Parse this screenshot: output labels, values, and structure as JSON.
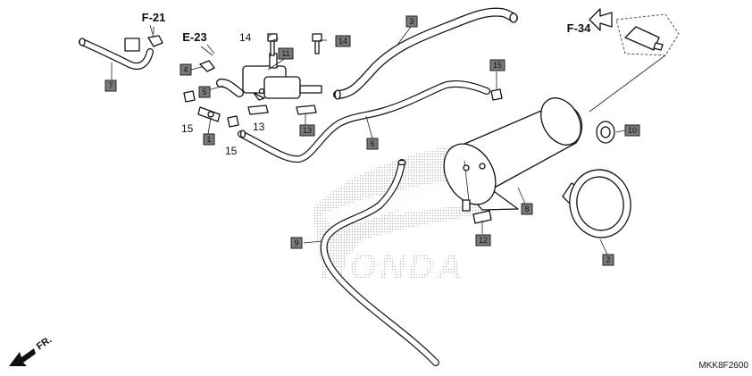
{
  "diagram": {
    "code": "MKK8F2600",
    "front_label": "FR.",
    "watermark": "HONDA",
    "references": {
      "f21": "F-21",
      "e23": "E-23",
      "f34": "F-34"
    },
    "callouts": {
      "p1": "1",
      "p2": "2",
      "p3": "3",
      "p4": "4",
      "p5": "5",
      "p6": "6",
      "p7": "7",
      "p8": "8",
      "p9": "9",
      "p10": "10",
      "p11": "11",
      "p12": "12",
      "p13": "13",
      "p14": "14",
      "p15": "15"
    },
    "plain_numbers": {
      "n14": "14",
      "n15a": "15",
      "n15b": "15",
      "n13": "13"
    }
  }
}
